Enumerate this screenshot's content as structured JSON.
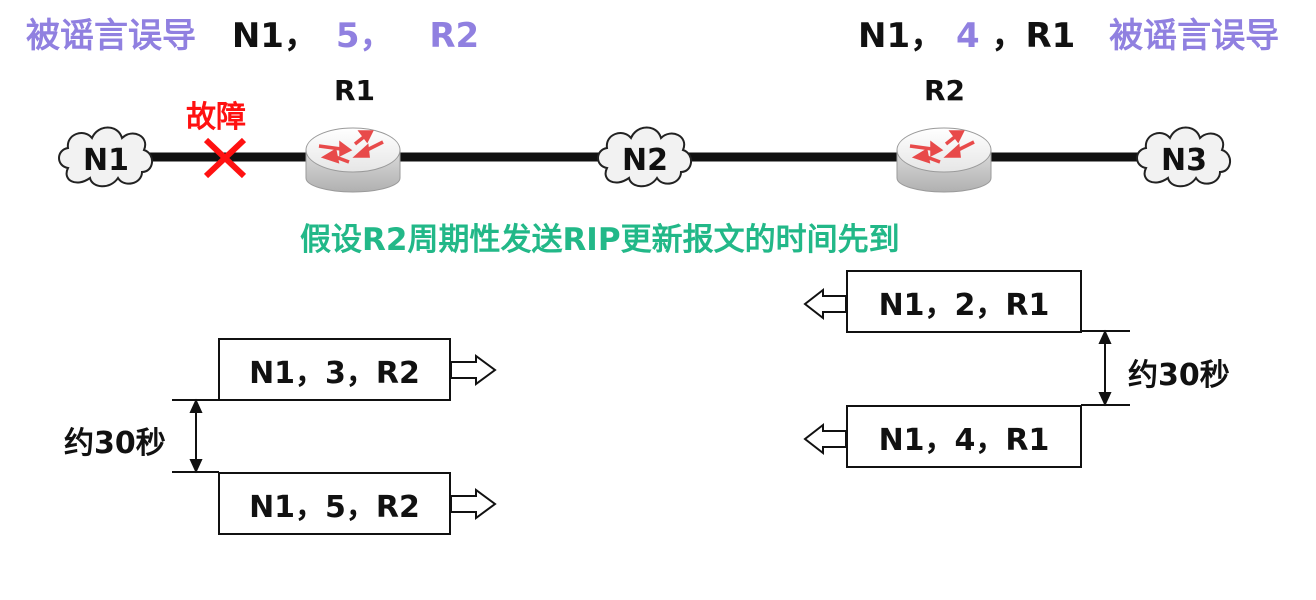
{
  "header_left": {
    "misled": "被谣言误导",
    "n1": "N1，",
    "cost": "5，",
    "next_hop": "R2"
  },
  "header_right": {
    "n1": "N1，",
    "cost": "4",
    "sep": "，R1",
    "misled": "被谣言误导"
  },
  "routers": {
    "r1": "R1",
    "r2": "R2"
  },
  "networks": {
    "n1": "N1",
    "n2": "N2",
    "n3": "N3"
  },
  "fault_label": "故障",
  "caption": "假设R2周期性发送RIP更新报文的时间先到",
  "left_updates": [
    "N1，3，R2",
    "N1，5，R2"
  ],
  "right_updates": [
    "N1，2，R1",
    "N1，4，R1"
  ],
  "interval_label": "约30秒",
  "colors": {
    "misled": "#9080e0",
    "fault": "#ff1111",
    "caption": "#22b888",
    "router_arrow": "#e84a4a"
  }
}
